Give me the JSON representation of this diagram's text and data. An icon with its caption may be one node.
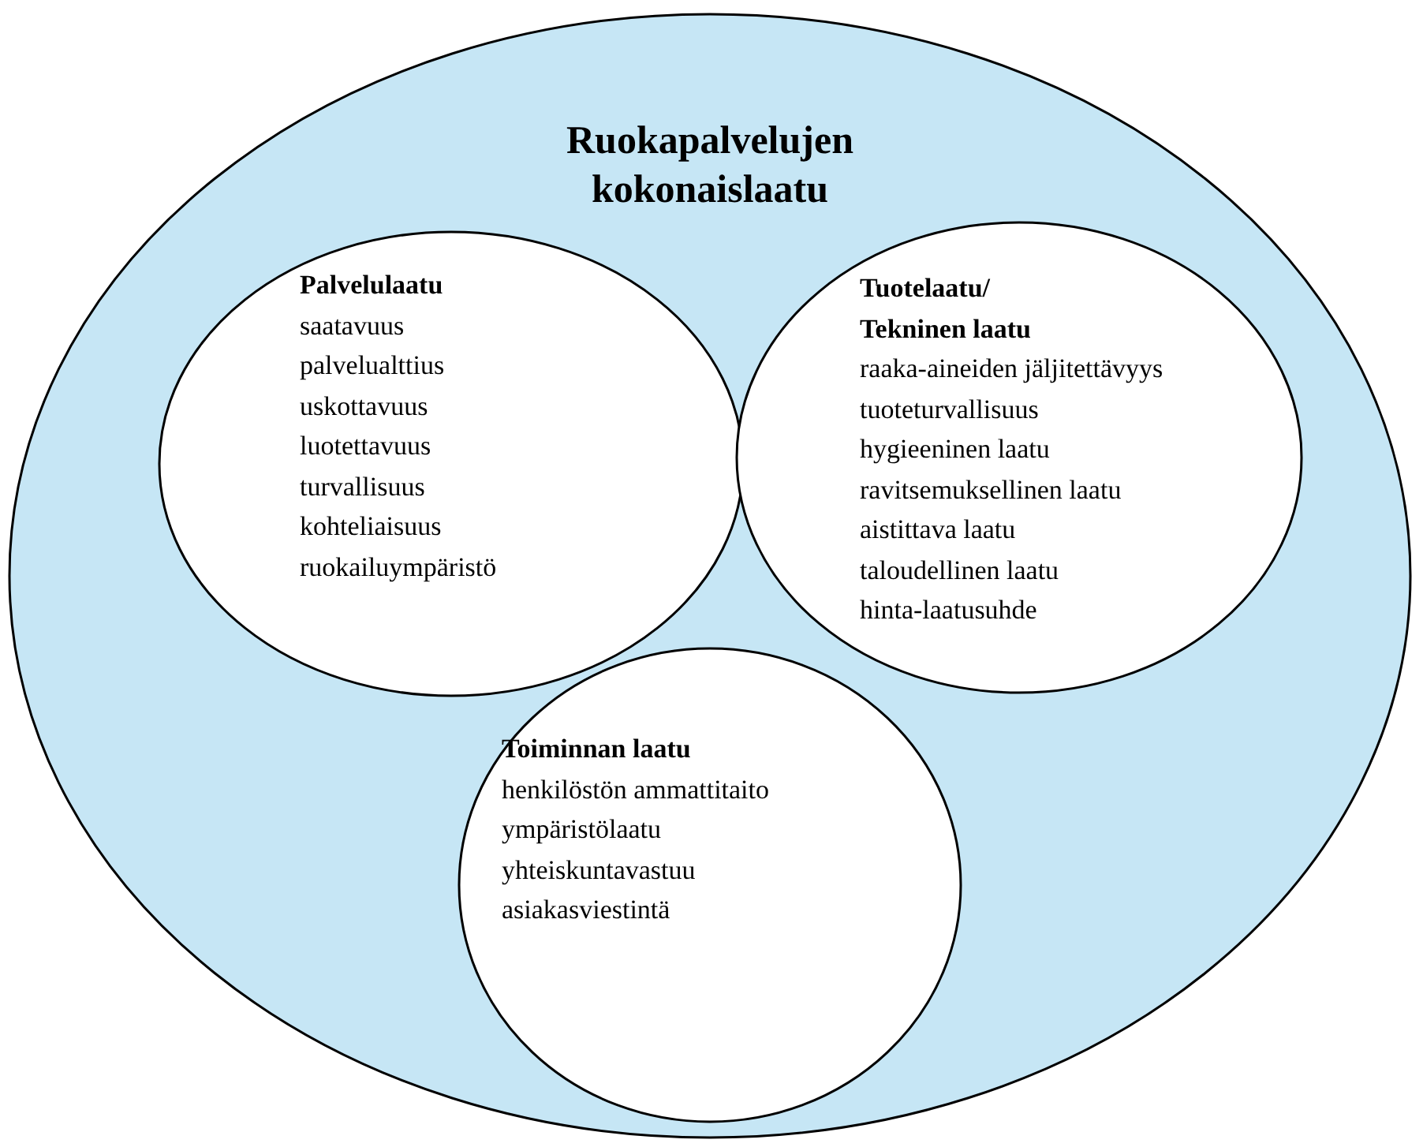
{
  "diagram": {
    "nodes": [
      {
        "text": [
          "Ruokapalvelujen kokonaislaatu"
        ]
      },
      {
        "text": [
          "Palvelulaatu",
          "saatavuus",
          "palvelualttius",
          "uskottavuus",
          "luotettavuus",
          "turvallisuus",
          "kohteliaisuus",
          "ruokailuympäristö"
        ],
        "in": 0
      },
      {
        "text": [
          "Tuotelaatu/ Tekninen laatu",
          "raaka-aineiden jäljitettävyys",
          "tuoteturvallisuus",
          "hygieeninen laatu",
          "ravitsemuksellinen laatu",
          "aistittava laatu",
          "taloudellinen laatu",
          "hinta-laatusuhde"
        ],
        "in": 0
      },
      {
        "text": [
          "Toiminnan laatu",
          "henkilöstön ammattitaito",
          "ympäristölaatu",
          "yhteiskuntavastuu",
          "asiakasviestintä"
        ],
        "in": 0
      }
    ],
    "edges": []
  }
}
